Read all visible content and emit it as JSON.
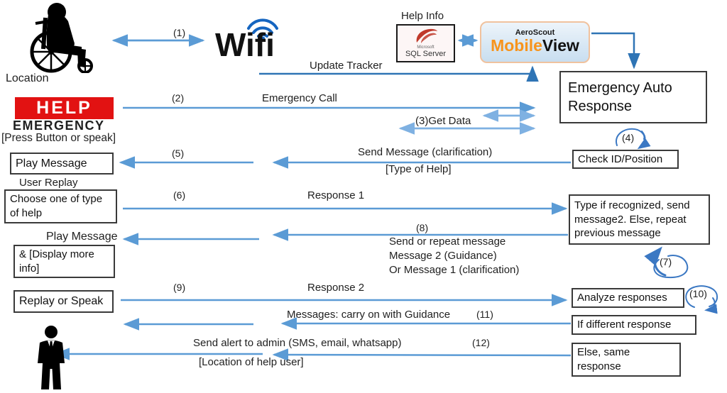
{
  "colors": {
    "arrow_blue": "#5B9BD5",
    "arrow_light_blue": "#7FB1E2",
    "arrow_dark_blue": "#2E74B5",
    "annotation_ink": "#3B78C3",
    "help_red": "#E21212",
    "mobileview_orange": "#F7941D",
    "box_border": "#3a3a3a",
    "wifi_blue": "#1565C0",
    "sql_logo_red": "#C0392B"
  },
  "actors": {
    "location_label": "Location",
    "wifi_text": "Wifi",
    "help_info_label": "Help Info",
    "sql_server": {
      "brand": "Microsoft",
      "name": "SQL Server"
    },
    "mobileview": {
      "brand": "AeroScout",
      "word1": "Mobile",
      "word2": "View"
    },
    "help_sign": {
      "line1": "HELP",
      "line2": "EMERGENCY",
      "line3": "[Press Button or speak]"
    }
  },
  "boxes": {
    "emergency_auto_response": "Emergency Auto Response",
    "check_id": "Check ID/Position",
    "play_message": "Play Message",
    "choose_help": "Choose one of type of help",
    "display_more": "& [Display more info]",
    "replay_or_speak": "Replay or Speak",
    "type_if_recognized": "Type if recognized, send message2. Else, repeat previous message",
    "analyze_responses": "Analyze responses",
    "if_different": "If different response",
    "else_same": "Else, same response"
  },
  "messages": {
    "m1": "(1)",
    "update_tracker": "Update Tracker",
    "m2": "(2)",
    "emergency_call": "Emergency Call",
    "m3": "(3)Get Data",
    "m4": "(4)",
    "m5": "(5)",
    "send_message": "Send Message (clarification)",
    "type_of_help": "[Type of Help]",
    "user_replay": "User Replay",
    "m6": "(6)",
    "response1": "Response 1",
    "m7": "(7)",
    "m8": "(8)",
    "send_or_repeat": "Send or repeat message",
    "message2": "Message 2 (Guidance)",
    "or_message1": "Or Message 1 (clarification)",
    "play_message_label": "Play Message",
    "m9": "(9)",
    "response2": "Response 2",
    "m10": "(10)",
    "m11": "(11)",
    "carry_on": "Messages: carry on with Guidance",
    "m12": "(12)",
    "send_alert": "Send alert to admin (SMS, email, whatsapp)",
    "location_of_user": "[Location of help user]"
  }
}
